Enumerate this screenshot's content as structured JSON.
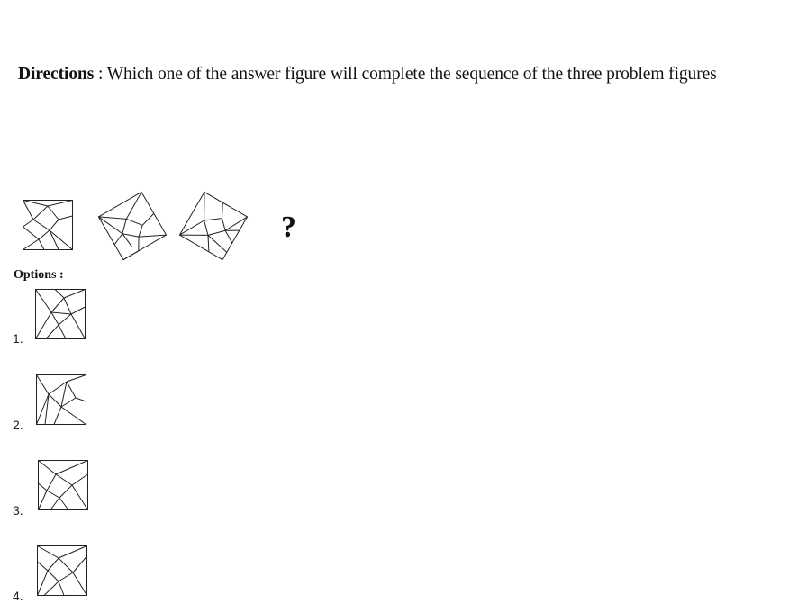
{
  "directions": {
    "label": "Directions",
    "separator": " : ",
    "text": "Which one of the answer figure will complete the sequence of the three problem figures"
  },
  "problem": {
    "question_mark": "?"
  },
  "options": {
    "label": "Options :",
    "items": [
      {
        "number": "1."
      },
      {
        "number": "2."
      },
      {
        "number": "3."
      },
      {
        "number": "4."
      }
    ]
  }
}
